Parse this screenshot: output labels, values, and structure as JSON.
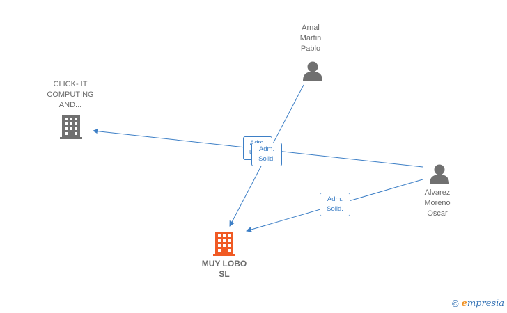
{
  "nodes": {
    "click_it": {
      "label": "CLICK- IT\nCOMPUTING\nAND..."
    },
    "arnal": {
      "label": "Arnal\nMartin\nPablo"
    },
    "alvarez": {
      "label": "Alvarez\nMoreno\nOscar"
    },
    "muy_lobo": {
      "label": "MUY LOBO\nSL"
    }
  },
  "edges": [
    {
      "line1": "Adm.",
      "line2": "Unico"
    },
    {
      "line1": "Adm.",
      "line2": "Solid."
    },
    {
      "line1": "Adm.",
      "line2": "Solid."
    }
  ],
  "colors": {
    "edge": "#3d7fc6",
    "company_main": "#f05a24",
    "company": "#707070",
    "person": "#707070"
  },
  "watermark": {
    "copyright": "©",
    "brand_e": "e",
    "brand_rest": "mpresia"
  }
}
